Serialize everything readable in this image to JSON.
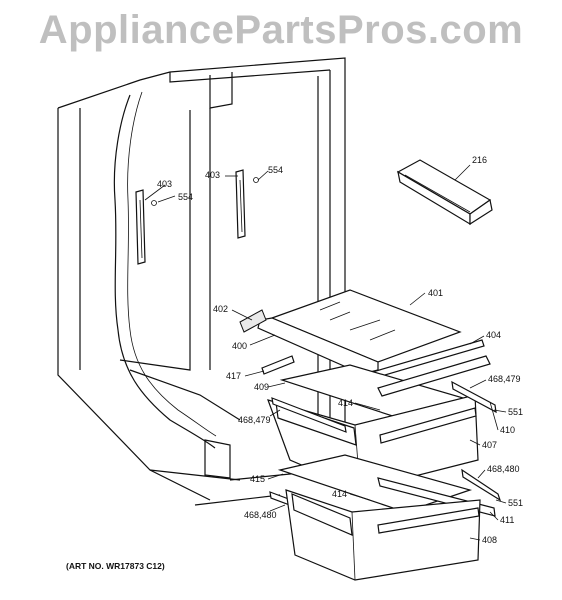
{
  "watermark": "AppliancePartsPros.com",
  "art_number": "(ART NO. WR17873 C12)",
  "callouts": {
    "c216": "216",
    "c401": "401",
    "c402": "402",
    "c400": "400",
    "c404": "404",
    "c403a": "403",
    "c554a": "554",
    "c403b": "403",
    "c554b": "554",
    "c417": "417",
    "c409": "409",
    "c468_479a": "468,479",
    "c468_479b": "468,479",
    "c414a": "414",
    "c551a": "551",
    "c410": "410",
    "c407": "407",
    "c468_480a": "468,480",
    "c415": "415",
    "c414b": "414",
    "c551b": "551",
    "c411": "411",
    "c468_480b": "468,480",
    "c408": "408"
  }
}
